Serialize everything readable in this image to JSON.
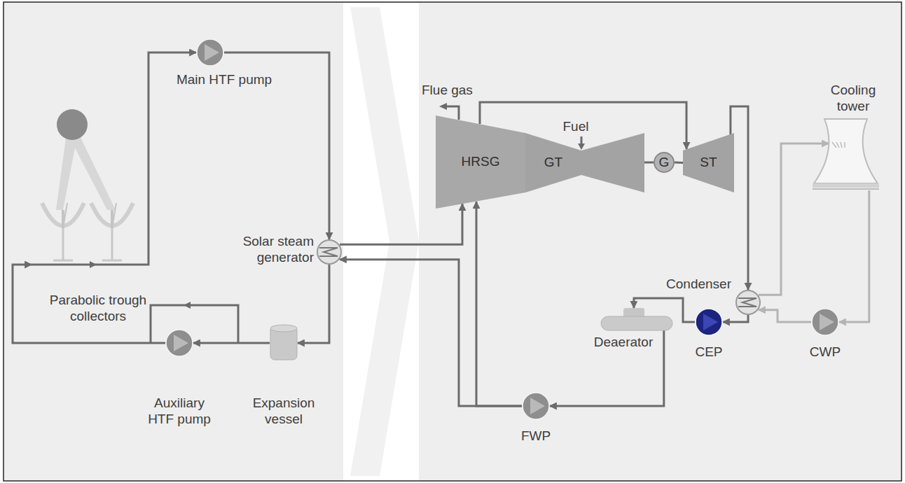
{
  "diagram": {
    "nodes": [
      {
        "text": [
          "Parabolic trough collectors"
        ]
      },
      {
        "text": [
          "Main HTF pump"
        ]
      },
      {
        "text": [
          "Solar steam generator"
        ]
      },
      {
        "text": [
          "Auxiliary HTF pump"
        ]
      },
      {
        "text": [
          "Expansion vessel"
        ]
      },
      {
        "text": [
          "HRSG"
        ]
      },
      {
        "text": [
          "GT"
        ]
      },
      {
        "text": [
          "G"
        ]
      },
      {
        "text": [
          "ST"
        ]
      },
      {
        "text": [
          "Cooling tower"
        ]
      },
      {
        "text": [
          "Condenser"
        ]
      },
      {
        "text": [
          "Deaerator"
        ]
      },
      {
        "text": [
          "CEP"
        ]
      },
      {
        "text": [
          "CWP"
        ]
      },
      {
        "text": [
          "FWP"
        ]
      }
    ],
    "edges": [
      {
        "from": 0,
        "to": 1,
        "arrow": "to"
      },
      {
        "from": 1,
        "to": 2,
        "arrow": "to"
      },
      {
        "from": 2,
        "to": 4,
        "arrow": "to"
      },
      {
        "from": 4,
        "to": 3,
        "arrow": "to"
      },
      {
        "from": 3,
        "to": 0,
        "arrow": "to"
      },
      {
        "from": 2,
        "to": 5,
        "arrow": "to"
      },
      {
        "from": 5,
        "to": 8,
        "arrow": "to"
      },
      {
        "from": 8,
        "to": 10,
        "arrow": "to"
      },
      {
        "from": 10,
        "to": 9,
        "arrow": "to"
      },
      {
        "from": 9,
        "to": 13,
        "arrow": "to"
      },
      {
        "from": 13,
        "to": 10,
        "arrow": "to"
      },
      {
        "from": 10,
        "to": 12,
        "arrow": "to"
      },
      {
        "from": 12,
        "to": 11,
        "arrow": "to"
      },
      {
        "from": 11,
        "to": 14,
        "arrow": "to"
      },
      {
        "from": 14,
        "to": 5,
        "arrow": "to"
      },
      {
        "from": 14,
        "to": 2,
        "arrow": "to"
      },
      {
        "from": 7,
        "to": 8,
        "arrow": "none"
      }
    ],
    "labels": [
      "Flue gas",
      "Fuel"
    ]
  }
}
